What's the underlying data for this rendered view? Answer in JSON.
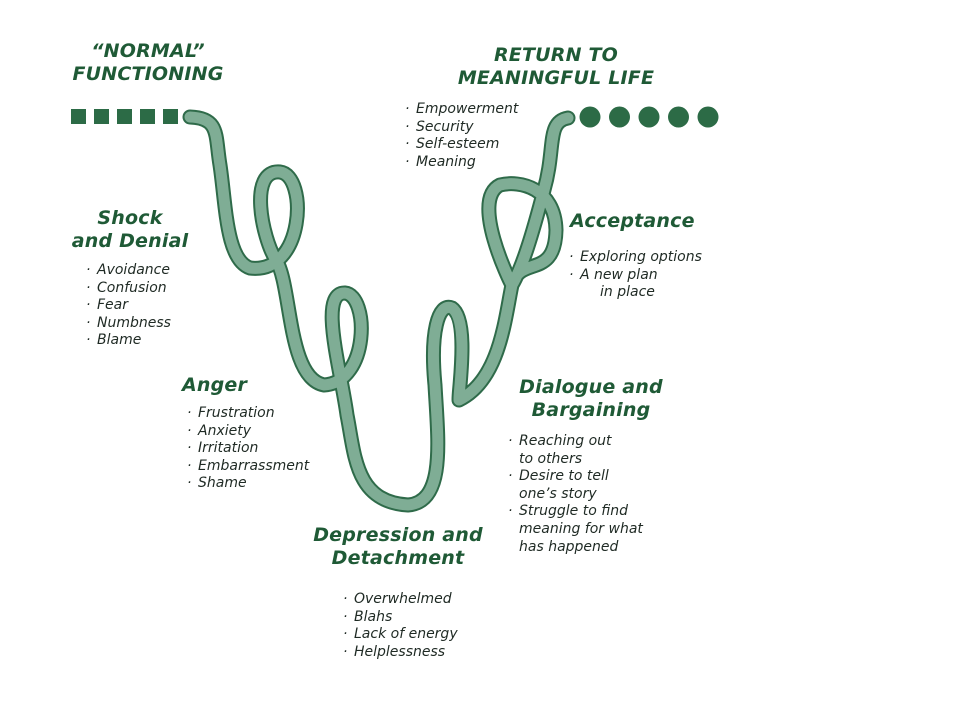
{
  "stages": {
    "normal": {
      "lines": [
        "“NORMAL”",
        "FUNCTIONING"
      ]
    },
    "return": {
      "lines": [
        "RETURN TO",
        "MEANINGFUL LIFE"
      ],
      "bullets": [
        "Empowerment",
        "Security",
        "Self-esteem",
        "Meaning"
      ]
    },
    "shock": {
      "lines": [
        "Shock",
        "and Denial"
      ],
      "bullets": [
        "Avoidance",
        "Confusion",
        "Fear",
        "Numbness",
        "Blame"
      ]
    },
    "acceptance": {
      "lines": [
        "Acceptance"
      ],
      "bullets": [
        "Exploring options",
        "A new plan",
        "in place"
      ]
    },
    "anger": {
      "lines": [
        "Anger"
      ],
      "bullets": [
        "Frustration",
        "Anxiety",
        "Irritation",
        "Embarrassment",
        "Shame"
      ]
    },
    "dialogue": {
      "lines": [
        "Dialogue and",
        "Bargaining"
      ],
      "bullets": [
        "Reaching out",
        "to others",
        "Desire to tell",
        "one’s story",
        "Struggle to find",
        "meaning for what",
        "has happened"
      ]
    },
    "depression": {
      "lines": [
        "Depression and",
        "Detachment"
      ],
      "bullets": [
        "Overwhelmed",
        "Blahs",
        "Lack of energy",
        "Helplessness"
      ]
    }
  },
  "markers": {
    "squares": 5,
    "circles": 5
  },
  "colors": {
    "ribbon_fill": "#7fad95",
    "ribbon_edge": "#2f6b4a",
    "heading": "#1f5a36",
    "marker": "#2c6b46",
    "text": "#1f2a24"
  }
}
